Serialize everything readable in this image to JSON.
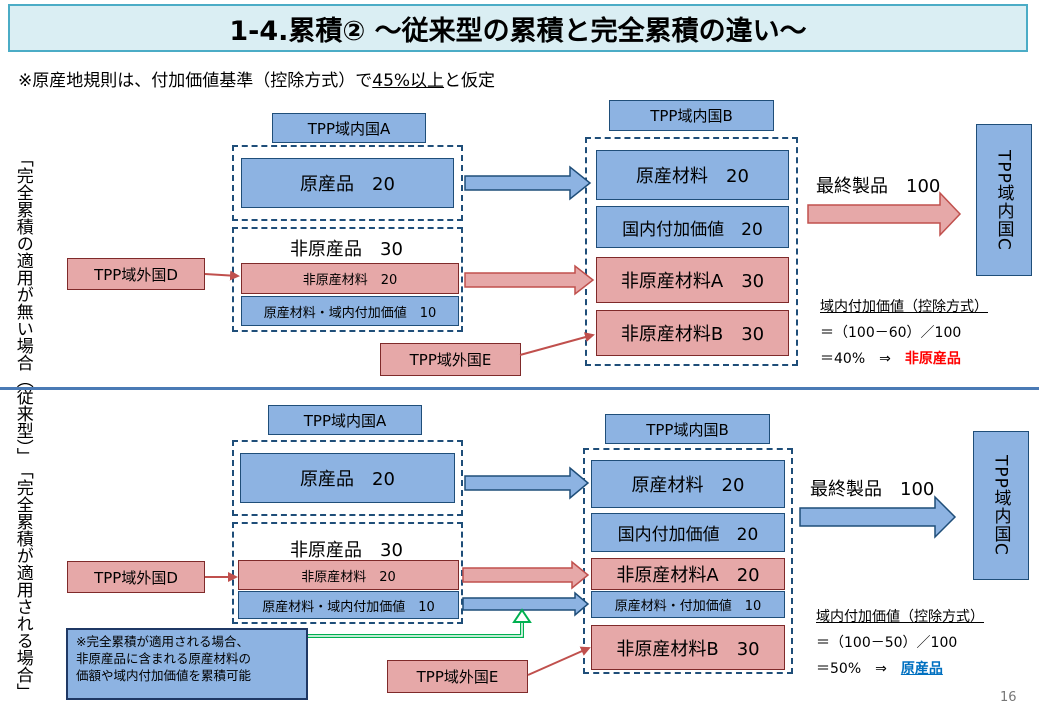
{
  "title": "1-4.累積② ～従来型の累積と完全累積の違い～",
  "note_prefix": "※原産地規則は、付加価値基準（控除方式）で",
  "note_underlined": "45%以上",
  "note_suffix": "と仮定",
  "page_number": "16",
  "top": {
    "side_label": "「完全累積の適用が無い場合（従来型）」",
    "country_a_label": "TPP域内国A",
    "country_b_label": "TPP域内国B",
    "country_c_label": "TPP域内国C",
    "a_originating": "原産品　20",
    "a_non_originating_header": "非原産品　30",
    "a_non_originating_material": "非原産材料　20",
    "a_originating_material_va": "原産材料・域内付加価値　10",
    "outside_d": "TPP域外国D",
    "outside_e": "TPP域外国E",
    "b_originating_material": "原産材料　20",
    "b_domestic_va": "国内付加価値　20",
    "b_non_originating_a": "非原産材料A　30",
    "b_non_originating_b": "非原産材料B　30",
    "final_product": "最終製品　100",
    "calc_title": "域内付加価値（控除方式）",
    "calc_line1": "＝（100－60）／100",
    "calc_line2_prefix": "＝40%　⇒　",
    "calc_result": "非原産品"
  },
  "bottom": {
    "side_label": "「完全累積が適用される場合」",
    "country_a_label": "TPP域内国A",
    "country_b_label": "TPP域内国B",
    "country_c_label": "TPP域内国C",
    "a_originating": "原産品　20",
    "a_non_originating_header": "非原産品　30",
    "a_non_originating_material": "非原産材料　20",
    "a_originating_material_va": "原産材料・域内付加価値　10",
    "outside_d": "TPP域外国D",
    "outside_e": "TPP域外国E",
    "b_originating_material": "原産材料　20",
    "b_domestic_va": "国内付加価値　20",
    "b_non_originating_a": "非原産材料A　20",
    "b_material_va": "原産材料・付加価値　10",
    "b_non_originating_b": "非原産材料B　30",
    "final_product": "最終製品　100",
    "calc_title": "域内付加価値（控除方式）",
    "calc_line1": "＝（100－50）／100",
    "calc_line2_prefix": "＝50%　⇒　",
    "calc_result": "原産品",
    "callout_line1": "※完全累積が適用される場合、",
    "callout_line2": "非原産品に含まれる原産材料の",
    "callout_line3": "価額や域内付加価値を累積可能"
  },
  "colors": {
    "originating_fill": "#8db3e2",
    "non_originating_fill": "#e6a8a8",
    "arrow_red": "#c0504d",
    "arrow_blue": "#4f81bd",
    "callout_green": "#00b050"
  }
}
